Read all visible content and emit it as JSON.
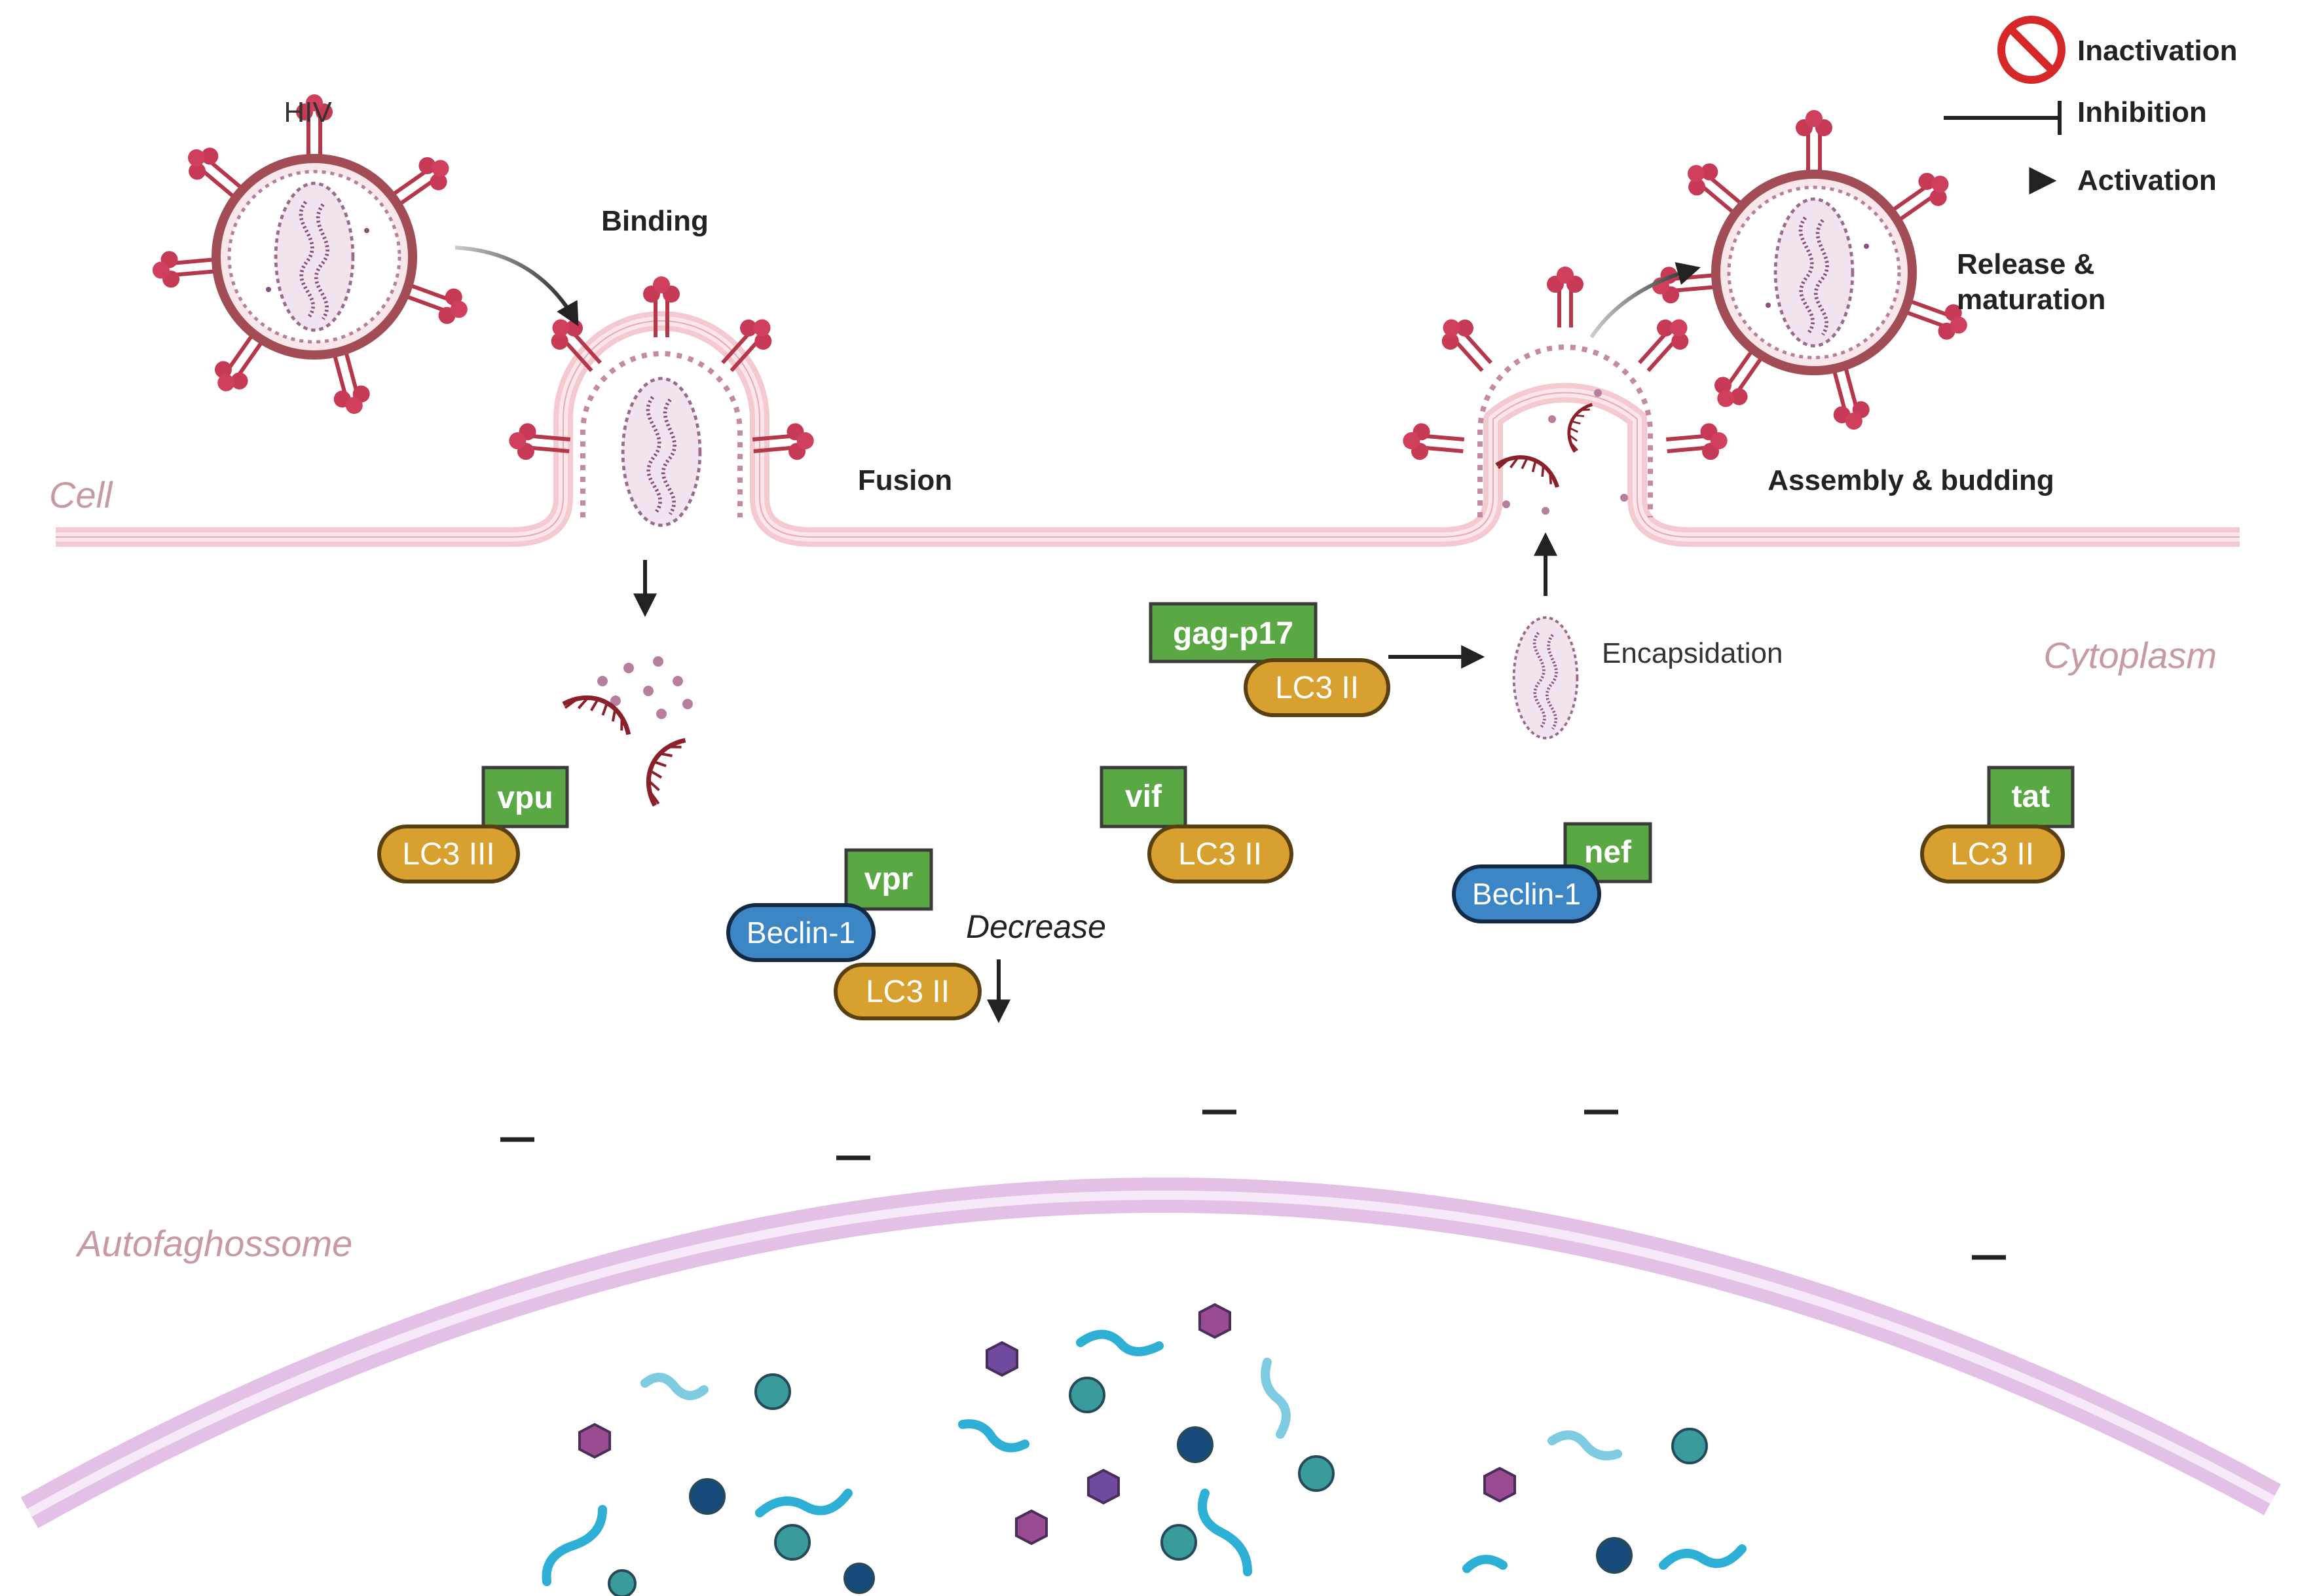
{
  "legend": {
    "inactivation": "Inactivation",
    "inhibition": "Inhibition",
    "activation": "Activation"
  },
  "labels": {
    "hiv": "HIV",
    "binding": "Binding",
    "fusion": "Fusion",
    "assembly": "Assembly & budding",
    "release_line1": "Release &",
    "release_line2": "maturation",
    "cell": "Cell",
    "cytoplasm": "Cytoplasm",
    "autophagosome": "Autofaghossome",
    "encapsidation": "Encapsidation",
    "decrease": "Decrease"
  },
  "proteins": {
    "vpu": "vpu",
    "lc3_iii": "LC3 III",
    "vpr": "vpr",
    "beclin_vpr": "Beclin-1",
    "lc3_vpr": "LC3 II",
    "gag": "gag-p17",
    "lc3_gag": "LC3 II",
    "vif": "vif",
    "lc3_vif": "LC3 II",
    "nef": "nef",
    "beclin_nef": "Beclin-1",
    "tat": "tat",
    "lc3_tat": "LC3 II"
  },
  "colors": {
    "viral_protein_green": "#5aa843",
    "lc3_gold": "#d8a12f",
    "beclin_blue": "#3d86c6",
    "membrane_pink": "#f4c9cf",
    "virion_red": "#b5374a",
    "autophagosome_lilac": "#e3c0e6",
    "inactivation_red": "#d62828"
  }
}
